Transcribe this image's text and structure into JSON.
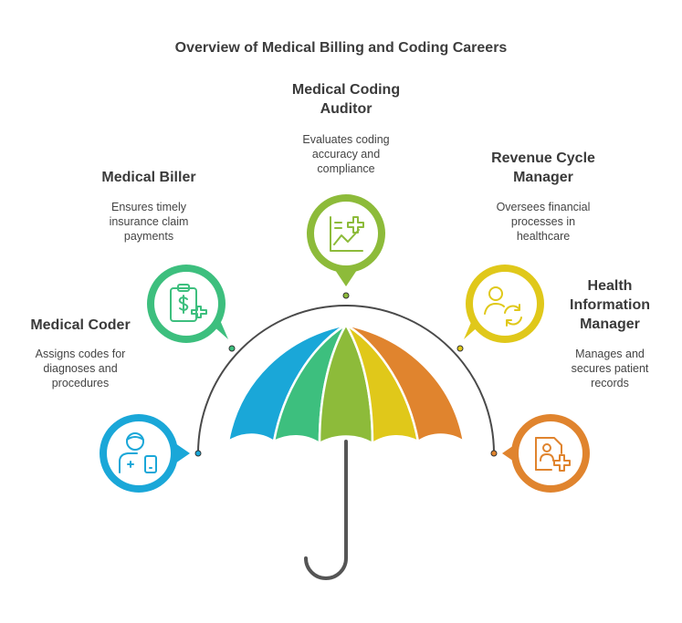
{
  "title": "Overview of Medical Billing and Coding Careers",
  "careers": [
    {
      "title": "Medical Coder",
      "description": "Assigns codes for diagnoses and procedures",
      "color": "#1aa7d8",
      "icon": "doctor-tablet-icon"
    },
    {
      "title": "Medical Biller",
      "description": "Ensures timely insurance claim payments",
      "color": "#3dbf7e",
      "icon": "clipboard-dollar-icon"
    },
    {
      "title": "Medical Coding Auditor",
      "description": "Evaluates coding accuracy and compliance",
      "color": "#8dbb3a",
      "icon": "chart-plus-icon"
    },
    {
      "title": "Revenue Cycle Manager",
      "description": "Oversees financial processes in healthcare",
      "color": "#e0c81a",
      "icon": "person-cycle-icon"
    },
    {
      "title": "Health Information Manager",
      "description": "Manages and secures patient records",
      "color": "#e0842e",
      "icon": "record-plus-icon"
    }
  ]
}
